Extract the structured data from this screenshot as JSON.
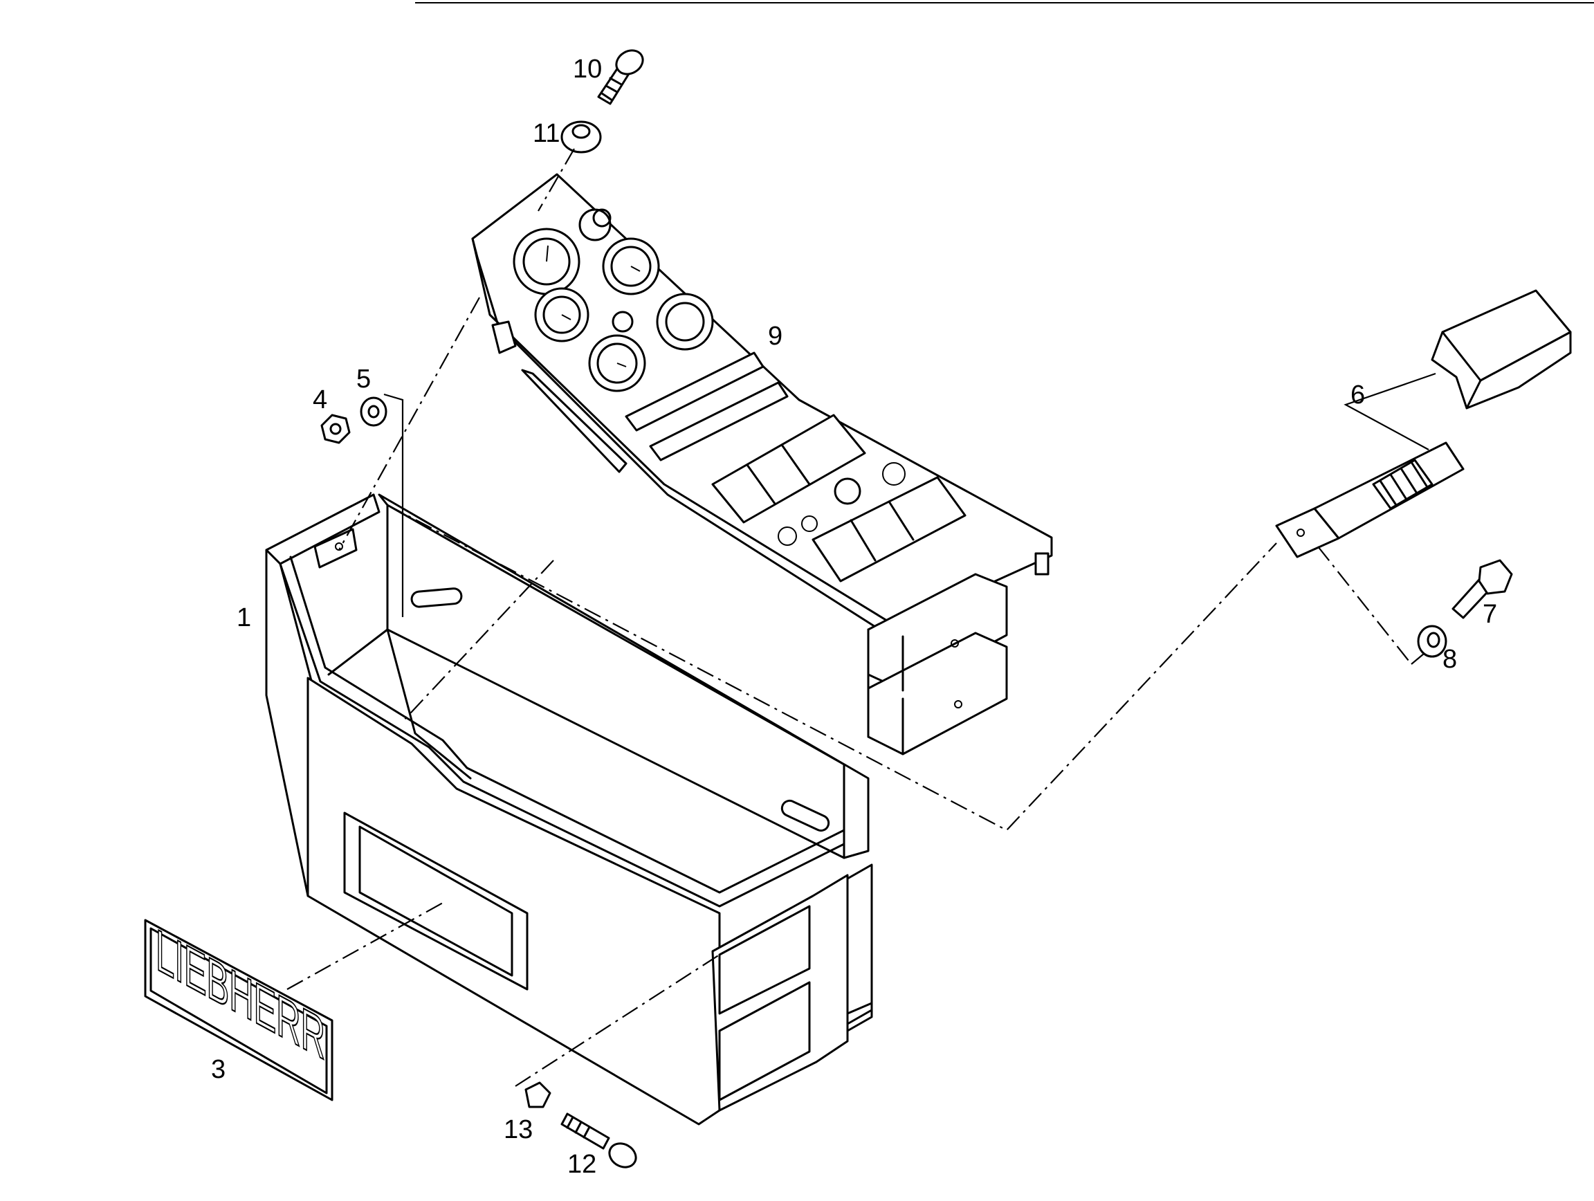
{
  "diagram": {
    "callouts": [
      {
        "id": "1",
        "text": "1"
      },
      {
        "id": "3",
        "text": "3"
      },
      {
        "id": "4",
        "text": "4"
      },
      {
        "id": "5",
        "text": "5"
      },
      {
        "id": "6",
        "text": "6"
      },
      {
        "id": "7",
        "text": "7"
      },
      {
        "id": "8",
        "text": "8"
      },
      {
        "id": "9",
        "text": "9"
      },
      {
        "id": "10",
        "text": "10"
      },
      {
        "id": "11",
        "text": "11"
      },
      {
        "id": "12",
        "text": "12"
      },
      {
        "id": "13",
        "text": "13"
      }
    ],
    "nameplate_text": "LIEBHERR"
  }
}
